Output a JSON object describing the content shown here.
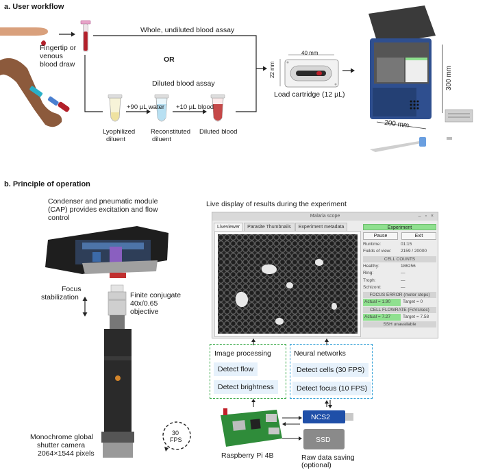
{
  "section_a": {
    "title": "a. User workflow",
    "draw_label": "Fingertip or venous blood draw",
    "draw_label_line1": "Fingertip or",
    "draw_label_line2": "venous",
    "draw_label_line3": "blood draw",
    "whole_assay": "Whole, undiluted  blood assay",
    "or": "OR",
    "diluted_assay": "Diluted blood assay",
    "tube1_line1": "Lyophilized",
    "tube1_line2": "diluent",
    "step1": "+90 µL water",
    "tube2_line1": "Reconstituted",
    "tube2_line2": "diluent",
    "step2": "+10 µL blood",
    "tube3": "Diluted blood",
    "cartridge_width": "40 mm",
    "cartridge_height": "22 mm",
    "cartridge_label": "Load cartridge (12 µL)",
    "device_height": "300 mm",
    "device_width": "200 mm"
  },
  "section_b": {
    "title": "b. Principle of operation",
    "cap_line1": "Condenser and pneumatic module",
    "cap_line2": "(CAP) provides excitation and flow",
    "cap_line3": "control",
    "focus_line1": "Focus",
    "focus_line2": "stabilization",
    "objective_line1": "Finite conjugate",
    "objective_line2": "40x/0.65",
    "objective_line3": "objective",
    "camera_line1": "Monochrome global",
    "camera_line2": "shutter camera",
    "camera_line3": "2064×1544 pixels",
    "fps_line1": "30",
    "fps_line2": "FPS",
    "live_display": "Live display of results during the experiment",
    "image_processing": "Image processing",
    "detect_flow": "Detect flow",
    "detect_brightness": "Detect brightness",
    "neural_networks": "Neural networks",
    "detect_cells": "Detect cells (30 FPS)",
    "detect_focus": "Detect focus (10 FPS)",
    "ncs2": "NCS2",
    "ssd": "SSD",
    "pi_label": "Raspberry Pi 4B",
    "raw_line1": "Raw data saving",
    "raw_line2": "(optional)"
  },
  "gui": {
    "window_title": "Malaria scope",
    "tabs": [
      "Liveviewer",
      "Parasite Thumbnails",
      "Experiment metadata"
    ],
    "experiment": "Experiment",
    "pause": "Pause",
    "exit": "Exit",
    "runtime_k": "Runtime:",
    "runtime_v": "01:15",
    "fov_k": "Fields of view:",
    "fov_v": "2159 / 20000",
    "cell_counts": "CELL COUNTS",
    "healthy_k": "Healthy:",
    "healthy_v": "186256",
    "ring_k": "Ring:",
    "ring_v": "—",
    "troph_k": "Troph:",
    "troph_v": "—",
    "schizont_k": "Schizont:",
    "schizont_v": "—",
    "focus_error": "FOCUS ERROR (motor steps)",
    "focus_actual": "Actual = 1.90",
    "focus_target": "Target = 0",
    "flowrate": "CELL FLOWRATE (FoVs/sec)",
    "flow_actual": "Actual = 7.27",
    "flow_target": "Target = 7.58",
    "ssh": "SSH unavailable"
  },
  "colors": {
    "image_processing_border": "#35a845",
    "neural_border": "#2f9fd6",
    "pill_bg": "#e6f1fb",
    "blood_red": "#b3202a",
    "device_blue": "#2f4f8f",
    "ncs2_blue": "#1f4fa8"
  }
}
